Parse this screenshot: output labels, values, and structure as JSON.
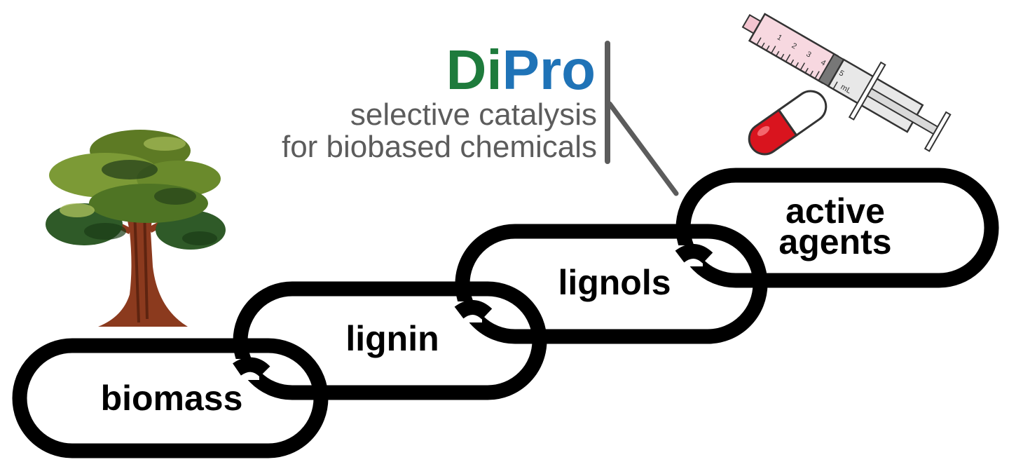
{
  "brand": {
    "part1": "Di",
    "part2": "Pro",
    "color1": "#1e7b3c",
    "color2": "#1f73b7"
  },
  "tagline": {
    "line1": "selective catalysis",
    "line2": "for biobased chemicals",
    "color": "#5c5c5c"
  },
  "chain": {
    "color": "#000000",
    "links": [
      {
        "label": "biomass"
      },
      {
        "label": "lignin"
      },
      {
        "label": "lignols"
      },
      {
        "label_line1": "active",
        "label_line2": "agents"
      }
    ]
  },
  "syringe": {
    "scale": [
      "1",
      "2",
      "3",
      "4",
      "5"
    ],
    "unit": "mL"
  },
  "icons": {
    "tree": "tree-icon",
    "syringe": "syringe-icon",
    "capsule": "capsule-icon"
  }
}
